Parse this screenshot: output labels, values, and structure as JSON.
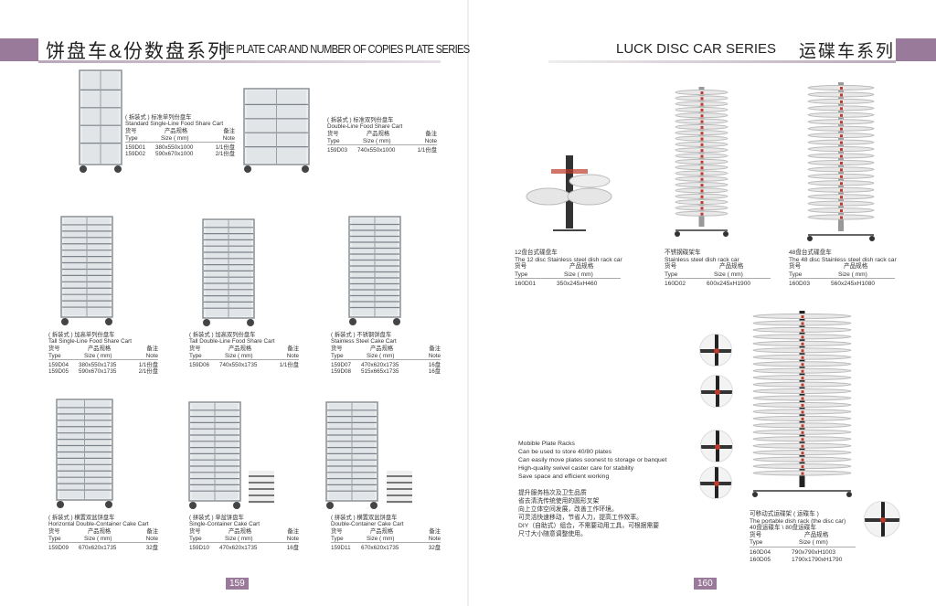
{
  "left_header": {
    "title_cn": "饼盘车&份数盘系列",
    "title_en": "PIE PLATE CAR AND NUMBER OF COPIES PLATE SERIES",
    "page": "159"
  },
  "right_header": {
    "title_en": "LUCK DISC CAR SERIES",
    "title_cn": "运碟车系列",
    "page": "160"
  },
  "labels": {
    "type_cn": "货号",
    "type_en": "Type",
    "size_cn": "产品规格",
    "size_en": "Size ( mm)",
    "note_cn": "备注",
    "note_en": "Note"
  },
  "left_products": [
    {
      "name_cn": "( 拆装式 ) 标准单列份盘车",
      "name_en": "Standard Single-Line Food Share Cart",
      "rows": [
        [
          "159D01",
          "380x550x1000",
          "1/1份盘"
        ],
        [
          "159D02",
          "590x670x1000",
          "2/1份盘"
        ]
      ]
    },
    {
      "name_cn": "( 拆装式 ) 标准双列份盘车",
      "name_en": "Double-Line Food Share Cart",
      "rows": [
        [
          "159D03",
          "740x550x1000",
          "1/1份盘"
        ]
      ]
    },
    {
      "name_cn": "( 拆装式 ) 加高单列份盘车",
      "name_en": "Tall Single-Line Food Share Cart",
      "rows": [
        [
          "159D04",
          "380x550x1735",
          "1/1份盘"
        ],
        [
          "159D05",
          "590x670x1735",
          "2/1份盘"
        ]
      ]
    },
    {
      "name_cn": "( 拆装式 ) 加高双列份盘车",
      "name_en": "Tall Double-Line Food Share Cart",
      "rows": [
        [
          "159D06",
          "740x550x1735",
          "1/1份盘"
        ]
      ]
    },
    {
      "name_cn": "( 拆装式 ) 不锈钢饼盘车",
      "name_en": "Stainless Steel Cake Cart",
      "rows": [
        [
          "159D07",
          "470x620x1735",
          "16盘"
        ],
        [
          "159D08",
          "515x665x1735",
          "16盘"
        ]
      ]
    },
    {
      "name_cn": "( 拆装式 ) 横置双盆饼盘车",
      "name_en": "Horizontal Double-Container Cake Cart",
      "rows": [
        [
          "159D09",
          "670x620x1735",
          "32盘"
        ]
      ]
    },
    {
      "name_cn": "( 拼装式 ) 单盆饼盘车",
      "name_en": "Single-Container Cake Cart",
      "rows": [
        [
          "159D10",
          "470x620x1735",
          "16盘"
        ]
      ]
    },
    {
      "name_cn": "( 拼装式 ) 横置双盆饼盘车",
      "name_en": "Double-Container Cake Cart",
      "rows": [
        [
          "159D11",
          "670x620x1735",
          "32盘"
        ]
      ]
    }
  ],
  "right_products": [
    {
      "name_cn": "12盘台式碟盘车",
      "name_en": "The 12 disc Stainless steel dish rack car",
      "rows": [
        [
          "160D01",
          "350x245xH460"
        ]
      ]
    },
    {
      "name_cn": "不锈钢碟架车",
      "name_en": "Stainless steel dish rack car",
      "rows": [
        [
          "160D02",
          "600x245xH1900"
        ]
      ]
    },
    {
      "name_cn": "48盘台式碟盘车",
      "name_en": "The 48 disc Stainless steel dish rack car",
      "rows": [
        [
          "160D03",
          "560x245xH1080"
        ]
      ]
    },
    {
      "name_cn": "可移动式运碟架 ( 运碟车 )",
      "name_en": "The portable dish rack (the disc car)",
      "name_cn2": "40盘运碟车 \\ 80盘运碟车",
      "rows": [
        [
          "160D04",
          "790x790xH1003"
        ],
        [
          "160D05",
          "1790x1790xH1790"
        ]
      ]
    }
  ],
  "description": {
    "en": [
      "Mobible Plate Racks",
      "Can be used to store 40/80 plates",
      "Can easily move plates soonest to storage or banquet",
      "High-quality swivel caster care for stability",
      "Save space and efficient working"
    ],
    "cn": [
      "提升服务档次及卫生品质",
      "省去清洗传统使用的圆形叉架",
      "向上立体空间发展，改善工作环境。",
      "可灵活快速移动，节省人力，提高工作效率。",
      "DIY（自助式）组合，不需要动用工具，可根据需要",
      "尺寸大小随意调整使用。"
    ]
  },
  "colors": {
    "accent": "#9a7a9a"
  }
}
